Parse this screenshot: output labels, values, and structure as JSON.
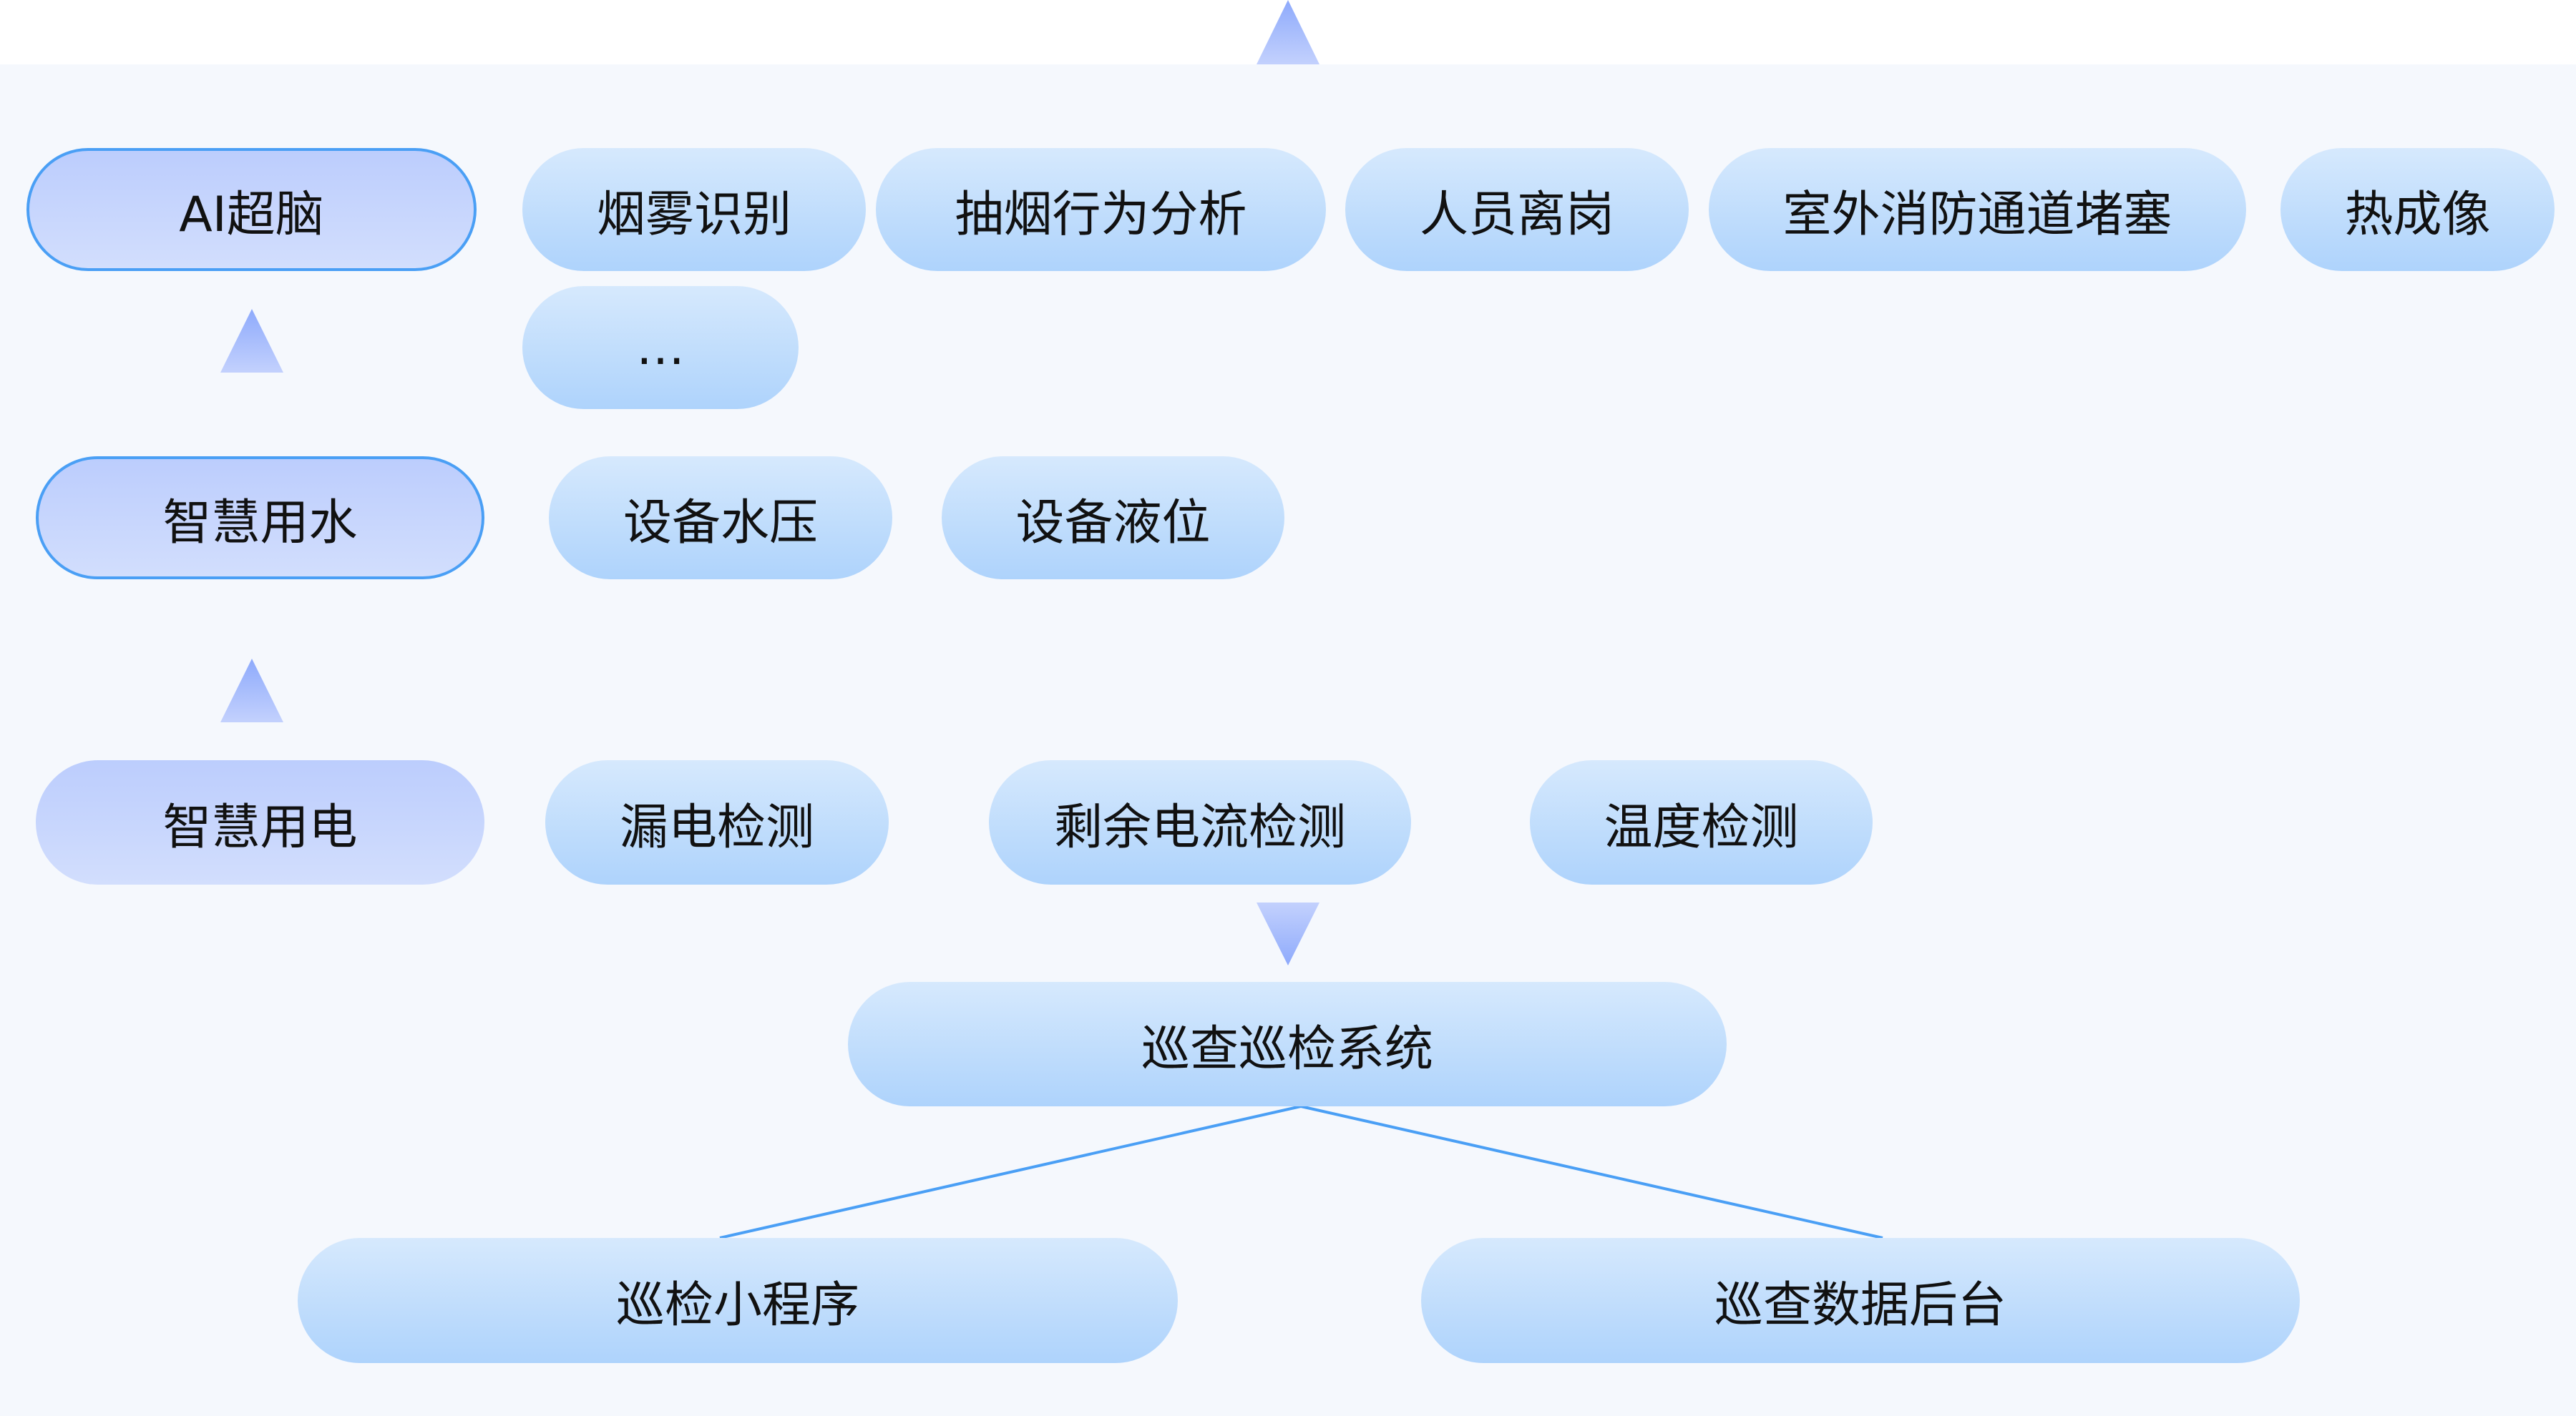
{
  "colors": {
    "accent_line": "#4a9ff5",
    "pill_light": "#d6e9fd",
    "pill_dark": "#aed3fc",
    "main_pill": "#bccdfd",
    "background": "#f5f8fd"
  },
  "ai": {
    "title": "AI超脑",
    "items": [
      "烟雾识别",
      "抽烟行为分析",
      "人员离岗",
      "室外消防通道堵塞",
      "热成像",
      "…"
    ]
  },
  "water": {
    "title": "智慧用水",
    "items": [
      "设备水压",
      "设备液位"
    ]
  },
  "power": {
    "title": "智慧用电",
    "items": [
      "漏电检测",
      "剩余电流检测",
      "温度检测"
    ]
  },
  "system": {
    "title": "巡查巡检系统",
    "children": [
      "巡检小程序",
      "巡查数据后台"
    ]
  }
}
